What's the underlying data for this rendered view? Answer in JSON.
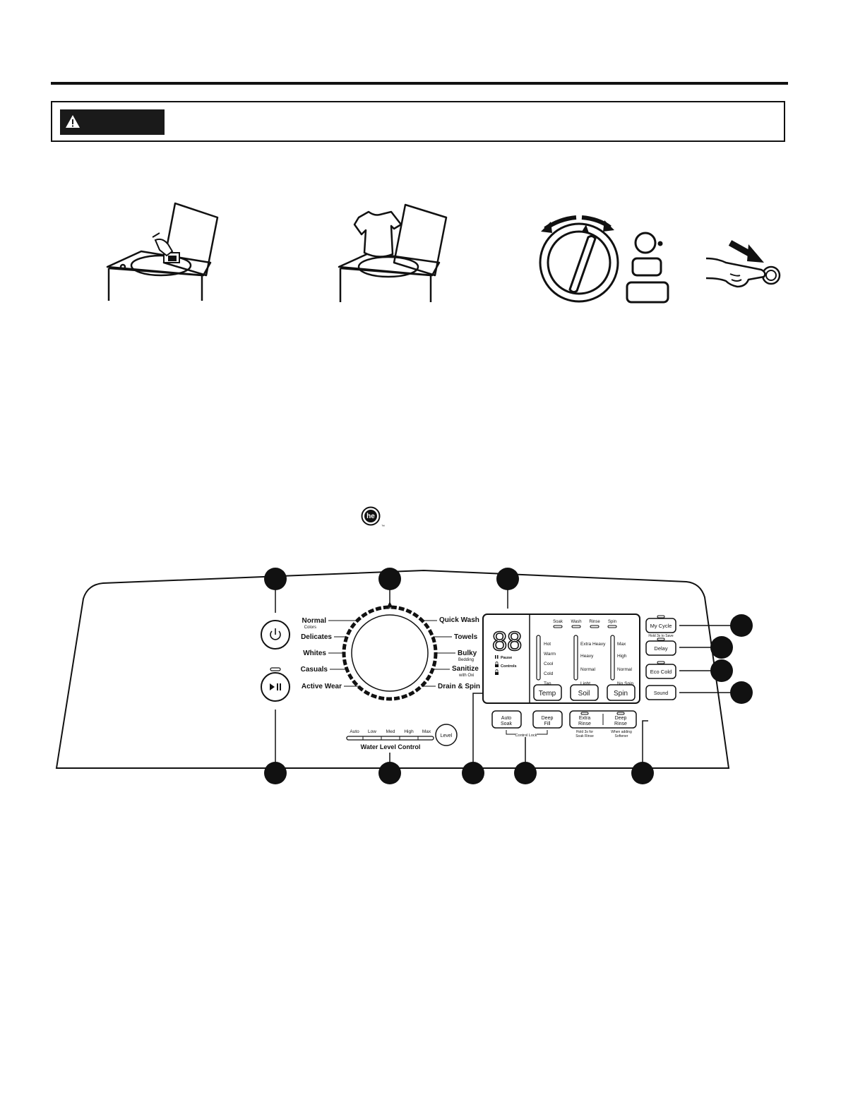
{
  "warning": {
    "badge_text": ""
  },
  "icons": {
    "warning": "warning-triangle-icon",
    "detergent_step": "add-detergent-illustration",
    "load_step": "load-clothes-illustration",
    "select_step": "select-cycle-illustration",
    "press_step": "press-start-illustration",
    "he_logo": "he-logo-icon",
    "power": "power-icon",
    "start_pause": "play-pause-icon",
    "lock": "lock-icon",
    "pause": "pause-icon"
  },
  "he_logo": {
    "text": "he",
    "tm": "™"
  },
  "cycles": {
    "left": [
      {
        "label": "Normal",
        "sub": "Colors"
      },
      {
        "label": "Delicates",
        "sub": ""
      },
      {
        "label": "Whites",
        "sub": ""
      },
      {
        "label": "Casuals",
        "sub": ""
      },
      {
        "label": "Active Wear",
        "sub": ""
      }
    ],
    "right": [
      {
        "label": "Quick Wash",
        "sub": ""
      },
      {
        "label": "Towels",
        "sub": ""
      },
      {
        "label": "Bulky",
        "sub": "Bedding"
      },
      {
        "label": "Sanitize",
        "sub": "with Oxi"
      },
      {
        "label": "Drain & Spin",
        "sub": ""
      }
    ]
  },
  "display": {
    "digits": "88",
    "status": [
      "Pause",
      "Controls",
      ""
    ],
    "phases": [
      "Soak",
      "Wash",
      "Rinse",
      "Spin"
    ]
  },
  "temp": {
    "levels": [
      "Hot",
      "Warm",
      "Cool",
      "Cold",
      "Tap"
    ],
    "button": "Temp"
  },
  "soil": {
    "levels": [
      "Extra Heavy",
      "Heavy",
      "Normal",
      "Light"
    ],
    "button": "Soil"
  },
  "spin": {
    "levels": [
      "Max",
      "High",
      "Normal",
      "No Spin"
    ],
    "button": "Spin"
  },
  "right_buttons": {
    "my_cycle": "My Cycle",
    "hold_to_save": "Hold 3s to Save",
    "delay": "Delay",
    "eco_cold": "Eco Cold",
    "sound": "Sound"
  },
  "water_level": {
    "levels": [
      "Auto",
      "Low",
      "Med",
      "High",
      "Max"
    ],
    "title": "Water Level Control",
    "button": "Level"
  },
  "options": {
    "auto_soak": [
      "Auto",
      "Soak"
    ],
    "deep_fill": [
      "Deep",
      "Fill"
    ],
    "control_lock": "Control Lock",
    "extra_rinse": [
      "Extra",
      "Rinse"
    ],
    "extra_rinse_note": [
      "Hold 3s for",
      "Soak Rinse"
    ],
    "deep_rinse": [
      "Deep",
      "Rinse"
    ],
    "deep_rinse_note": [
      "When adding",
      "Softener"
    ]
  }
}
